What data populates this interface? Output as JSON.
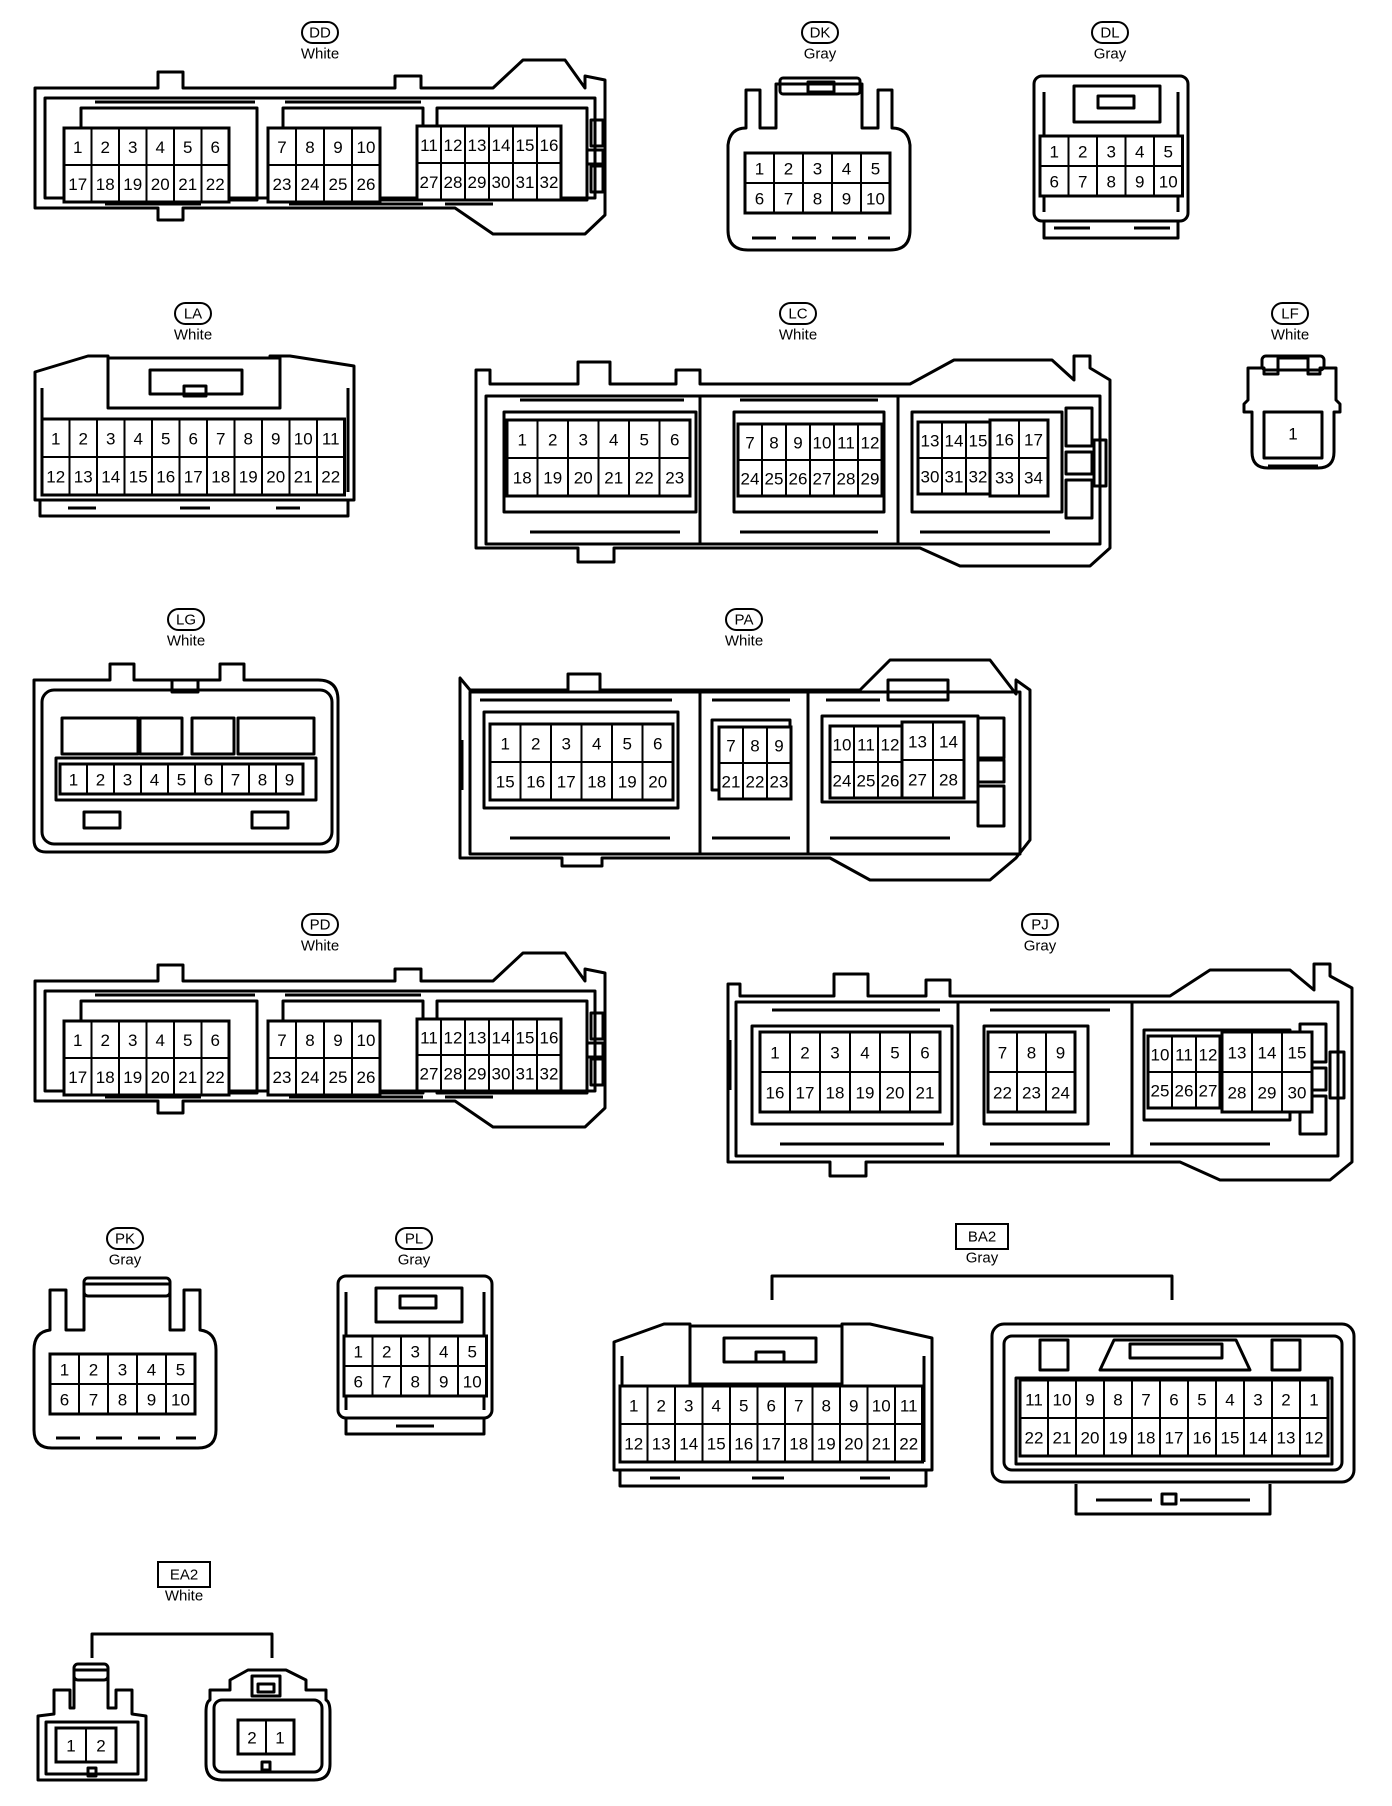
{
  "connectors": [
    {
      "id": "dd",
      "code": "DD",
      "color": "White",
      "label_style": "pill",
      "rows": [
        [
          "1",
          "2",
          "3",
          "4",
          "5",
          "6",
          "7",
          "8",
          "9",
          "10",
          "11",
          "12",
          "13",
          "14",
          "15",
          "16"
        ],
        [
          "17",
          "18",
          "19",
          "20",
          "21",
          "22",
          "23",
          "24",
          "25",
          "26",
          "27",
          "28",
          "29",
          "30",
          "31",
          "32"
        ]
      ]
    },
    {
      "id": "dk",
      "code": "DK",
      "color": "Gray",
      "label_style": "pill",
      "rows": [
        [
          "1",
          "2",
          "3",
          "4",
          "5"
        ],
        [
          "6",
          "7",
          "8",
          "9",
          "10"
        ]
      ]
    },
    {
      "id": "dl",
      "code": "DL",
      "color": "Gray",
      "label_style": "pill",
      "rows": [
        [
          "1",
          "2",
          "3",
          "4",
          "5"
        ],
        [
          "6",
          "7",
          "8",
          "9",
          "10"
        ]
      ]
    },
    {
      "id": "la",
      "code": "LA",
      "color": "White",
      "label_style": "pill",
      "rows": [
        [
          "1",
          "2",
          "3",
          "4",
          "5",
          "6",
          "7",
          "8",
          "9",
          "10",
          "11"
        ],
        [
          "12",
          "13",
          "14",
          "15",
          "16",
          "17",
          "18",
          "19",
          "20",
          "21",
          "22"
        ]
      ]
    },
    {
      "id": "lc",
      "code": "LC",
      "color": "White",
      "label_style": "pill",
      "rows": [
        [
          "1",
          "2",
          "3",
          "4",
          "5",
          "6",
          "7",
          "8",
          "9",
          "10",
          "11",
          "12",
          "13",
          "14",
          "15",
          "16",
          "17"
        ],
        [
          "18",
          "19",
          "20",
          "21",
          "22",
          "23",
          "24",
          "25",
          "26",
          "27",
          "28",
          "29",
          "30",
          "31",
          "32",
          "33",
          "34"
        ]
      ]
    },
    {
      "id": "lf",
      "code": "LF",
      "color": "White",
      "label_style": "pill",
      "rows": [
        [
          "1"
        ]
      ]
    },
    {
      "id": "lg",
      "code": "LG",
      "color": "White",
      "label_style": "pill",
      "rows": [
        [
          "1",
          "2",
          "3",
          "4",
          "5",
          "6",
          "7",
          "8",
          "9"
        ]
      ]
    },
    {
      "id": "pa",
      "code": "PA",
      "color": "White",
      "label_style": "pill",
      "rows": [
        [
          "1",
          "2",
          "3",
          "4",
          "5",
          "6",
          "7",
          "8",
          "9",
          "10",
          "11",
          "12",
          "13",
          "14"
        ],
        [
          "15",
          "16",
          "17",
          "18",
          "19",
          "20",
          "21",
          "22",
          "23",
          "24",
          "25",
          "26",
          "27",
          "28"
        ]
      ]
    },
    {
      "id": "pd",
      "code": "PD",
      "color": "White",
      "label_style": "pill",
      "rows": [
        [
          "1",
          "2",
          "3",
          "4",
          "5",
          "6",
          "7",
          "8",
          "9",
          "10",
          "11",
          "12",
          "13",
          "14",
          "15",
          "16"
        ],
        [
          "17",
          "18",
          "19",
          "20",
          "21",
          "22",
          "23",
          "24",
          "25",
          "26",
          "27",
          "28",
          "29",
          "30",
          "31",
          "32"
        ]
      ]
    },
    {
      "id": "pj",
      "code": "PJ",
      "color": "Gray",
      "label_style": "pill",
      "rows": [
        [
          "1",
          "2",
          "3",
          "4",
          "5",
          "6",
          "7",
          "8",
          "9",
          "10",
          "11",
          "12",
          "13",
          "14",
          "15"
        ],
        [
          "16",
          "17",
          "18",
          "19",
          "20",
          "21",
          "22",
          "23",
          "24",
          "25",
          "26",
          "27",
          "28",
          "29",
          "30"
        ]
      ]
    },
    {
      "id": "pk",
      "code": "PK",
      "color": "Gray",
      "label_style": "pill",
      "rows": [
        [
          "1",
          "2",
          "3",
          "4",
          "5"
        ],
        [
          "6",
          "7",
          "8",
          "9",
          "10"
        ]
      ]
    },
    {
      "id": "pl",
      "code": "PL",
      "color": "Gray",
      "label_style": "pill",
      "rows": [
        [
          "1",
          "2",
          "3",
          "4",
          "5"
        ],
        [
          "6",
          "7",
          "8",
          "9",
          "10"
        ]
      ]
    },
    {
      "id": "ba2",
      "code": "BA2",
      "color": "Gray",
      "label_style": "box",
      "rows": [
        [
          "1",
          "2",
          "3",
          "4",
          "5",
          "6",
          "7",
          "8",
          "9",
          "10",
          "11"
        ],
        [
          "12",
          "13",
          "14",
          "15",
          "16",
          "17",
          "18",
          "19",
          "20",
          "21",
          "22"
        ]
      ],
      "mirror_rows": [
        [
          "11",
          "10",
          "9",
          "8",
          "7",
          "6",
          "5",
          "4",
          "3",
          "2",
          "1"
        ],
        [
          "22",
          "21",
          "20",
          "19",
          "18",
          "17",
          "16",
          "15",
          "14",
          "13",
          "12"
        ]
      ]
    },
    {
      "id": "ea2",
      "code": "EA2",
      "color": "White",
      "label_style": "box",
      "rows": [
        [
          "1",
          "2"
        ]
      ],
      "mirror_rows": [
        [
          "2",
          "1"
        ]
      ]
    }
  ]
}
